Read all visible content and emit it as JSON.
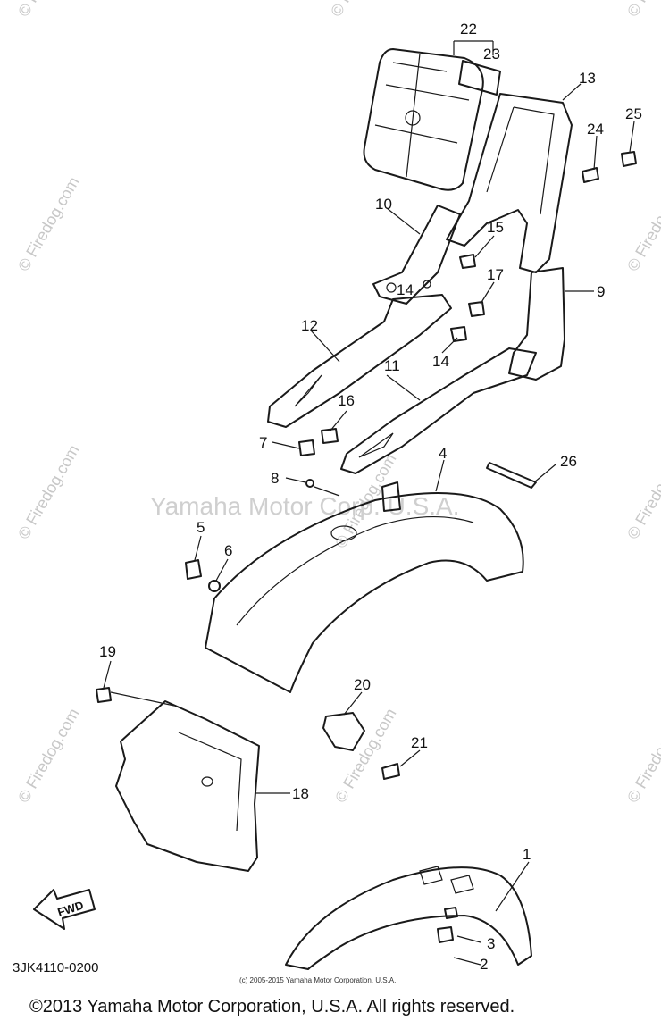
{
  "diagram": {
    "diagram_code": "3JK4110-0200",
    "fwd_label": "FWD",
    "copyright_small": "(c) 2005-2015 Yamaha Motor Corporation, U.S.A.",
    "footer": "©2013 Yamaha Motor Corporation, U.S.A. All rights reserved.",
    "watermark_center": "Yamaha Motor Corp. U.S.A.",
    "watermark_firedog": "© Firedog.com",
    "callouts": [
      "1",
      "2",
      "3",
      "4",
      "5",
      "6",
      "7",
      "8",
      "9",
      "10",
      "11",
      "12",
      "13",
      "14",
      "14",
      "15",
      "16",
      "17",
      "18",
      "19",
      "20",
      "21",
      "22",
      "23",
      "24",
      "25",
      "26"
    ]
  }
}
